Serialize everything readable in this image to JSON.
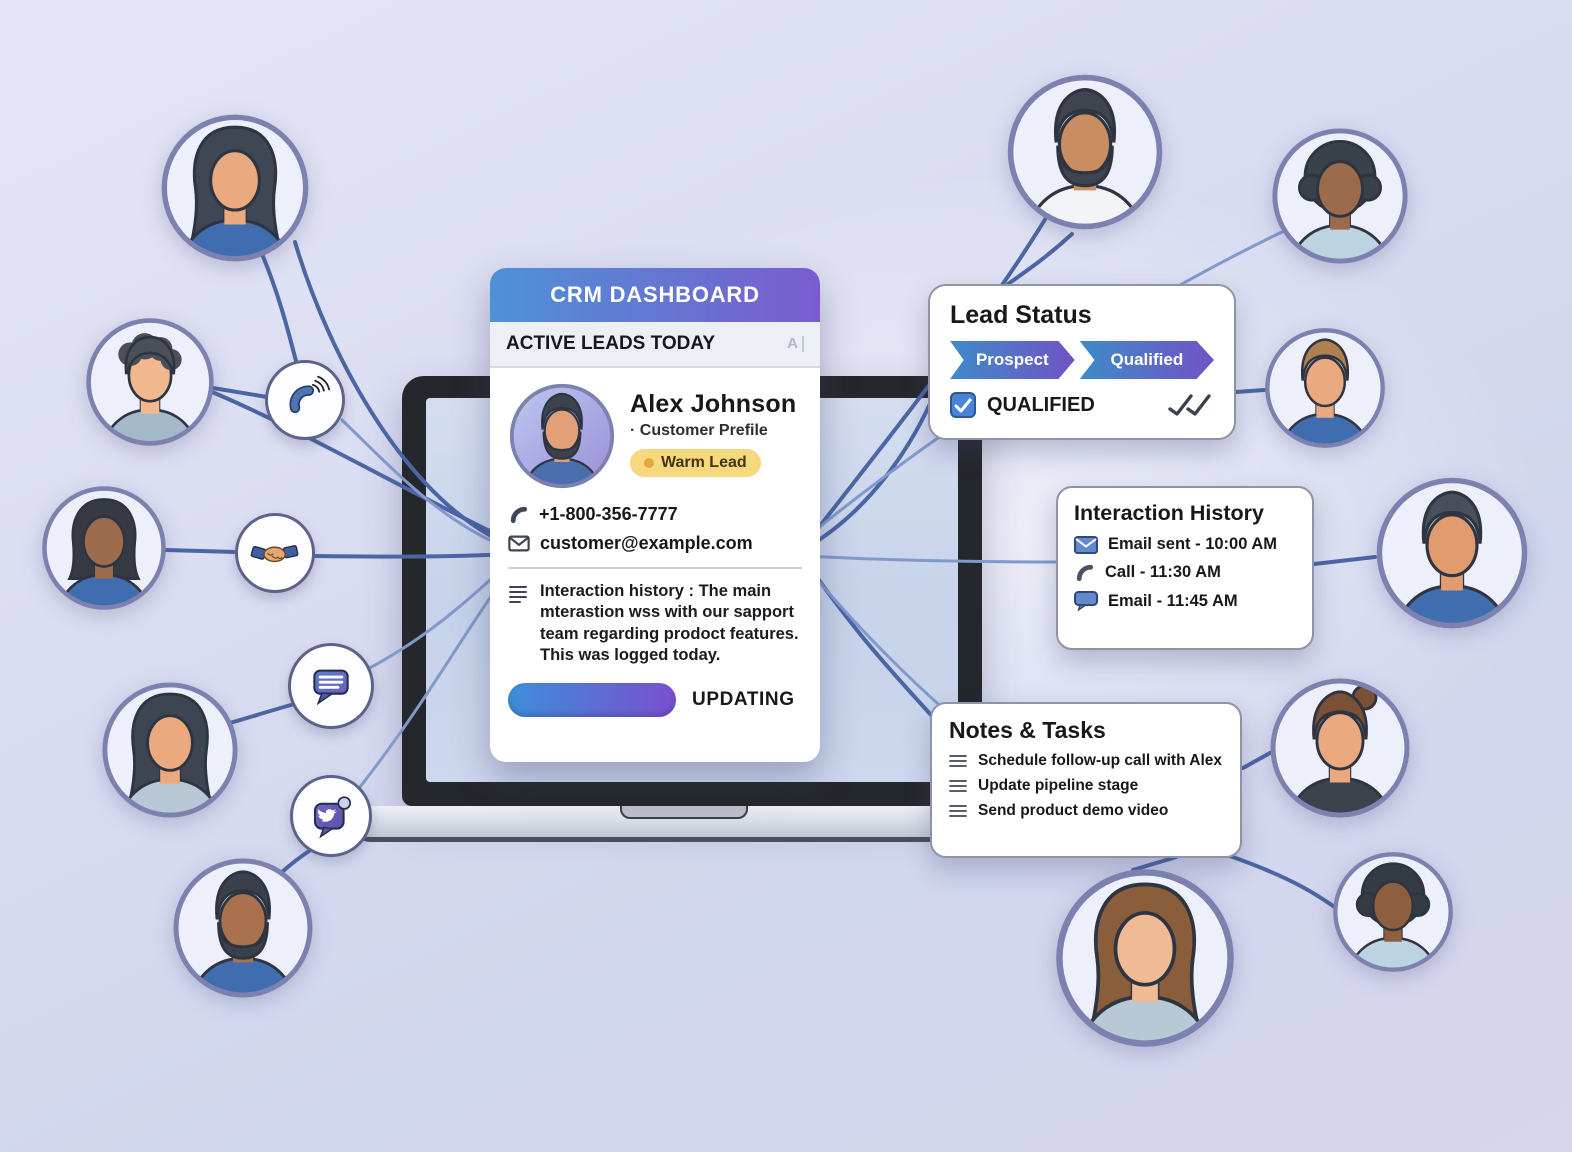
{
  "crm_card": {
    "header": "CRM DASHBOARD",
    "section_title": "ACTIVE LEADS TODAY",
    "section_hint": "A",
    "contact": {
      "name": "Alex Johnson",
      "role": "· Customer Prefile",
      "badge": "Warm Lead",
      "phone": "+1-800-356-7777",
      "email": "customer@example.com"
    },
    "interaction_note": "Interaction history : The main mterastion wss with our sapport team regarding prodoct features. This was logged today.",
    "updating_label": "UPDATING"
  },
  "lead_status_card": {
    "title": "Lead Status",
    "stages": [
      {
        "label": "Prospect"
      },
      {
        "label": "Qualified"
      }
    ],
    "status": "QUALIFIED"
  },
  "interaction_history_card": {
    "title": "Interaction History",
    "items": [
      {
        "icon": "email-icon",
        "label": "Email sent - 10:00 AM"
      },
      {
        "icon": "phone-icon",
        "label": "Call - 11:30 AM"
      },
      {
        "icon": "chat-icon",
        "label": "Email - 11:45 AM"
      }
    ]
  },
  "notes_tasks_card": {
    "title": "Notes & Tasks",
    "items": [
      {
        "icon": "list-icon",
        "label": "Schedule follow-up call with Alex"
      },
      {
        "icon": "list-icon",
        "label": "Update pipeline stage"
      },
      {
        "icon": "list-icon",
        "label": "Send product demo video"
      }
    ]
  },
  "colors": {
    "header_gradient": [
      "#4e92d6",
      "#7a5cce"
    ],
    "progress_gradient": [
      "#3d8ed9",
      "#7b4fd0"
    ],
    "stage_gradient": [
      "#3e8bc8",
      "#7252c5"
    ],
    "connection_line": "#4b66a4",
    "badge_bg": "#f6d97e",
    "badge_dot": "#e9a53f",
    "checkbox": "#4a84d8"
  },
  "profile_avatar": {
    "name": "avatar-alex-johnson",
    "hair_style": "beard",
    "hair": "#3d434e",
    "skin": "#e2a078",
    "shirt": "#4a6fae",
    "bg_a": "#bcc8f0",
    "bg_b": "#9a8fd8"
  },
  "avatars": [
    {
      "name": "avatar-woman-long-dark-hair",
      "hair_style": "long",
      "hair": "#3f4654",
      "skin": "#eaa97e",
      "shirt": "#3f6db0"
    },
    {
      "name": "avatar-man-curly-dark-hair",
      "hair_style": "curly",
      "hair": "#4a4f58",
      "skin": "#f2b990",
      "shirt": "#a3b8c8"
    },
    {
      "name": "avatar-woman-dark-skin-bob",
      "hair_style": "bob",
      "hair": "#353a44",
      "skin": "#9c6b4c",
      "shirt": "#3f6db0"
    },
    {
      "name": "avatar-woman-wavy-dark-hair",
      "hair_style": "long",
      "hair": "#3d4452",
      "skin": "#eaa97e",
      "shirt": "#b9c8d6"
    },
    {
      "name": "avatar-man-beard-dark-skin",
      "hair_style": "beard",
      "hair": "#3a414d",
      "skin": "#a9714d",
      "shirt": "#3f6db0"
    },
    {
      "name": "avatar-man-beard-white-shirt",
      "hair_style": "beard",
      "hair": "#3f444f",
      "skin": "#c98d62",
      "shirt": "#f2f4f8"
    },
    {
      "name": "avatar-woman-curly-dark-skin",
      "hair_style": "afro",
      "hair": "#39414a",
      "skin": "#9c6b4c",
      "shirt": "#bcd3e2"
    },
    {
      "name": "avatar-man-light-brown-hair",
      "hair_style": "short",
      "hair": "#b07f4e",
      "skin": "#eaa97e",
      "shirt": "#3f6db0"
    },
    {
      "name": "avatar-man-dark-gray-hair",
      "hair_style": "short",
      "hair": "#49505c",
      "skin": "#e09b6e",
      "shirt": "#3f6db0"
    },
    {
      "name": "avatar-woman-brown-bun",
      "hair_style": "bun",
      "hair": "#7b5136",
      "skin": "#eaa97e",
      "shirt": "#3c424c"
    },
    {
      "name": "avatar-woman-long-brown-hair",
      "hair_style": "long",
      "hair": "#8a5d3b",
      "skin": "#f0bb94",
      "shirt": "#b7c9d4"
    },
    {
      "name": "avatar-person-afro-dark-skin",
      "hair_style": "afro",
      "hair": "#333b44",
      "skin": "#8e5f3e",
      "shirt": "#bcd3e2"
    }
  ],
  "floating_icons": [
    {
      "name": "phone-icon"
    },
    {
      "name": "handshake-icon"
    },
    {
      "name": "chat-bubble-icon"
    },
    {
      "name": "social-bird-icon"
    }
  ]
}
